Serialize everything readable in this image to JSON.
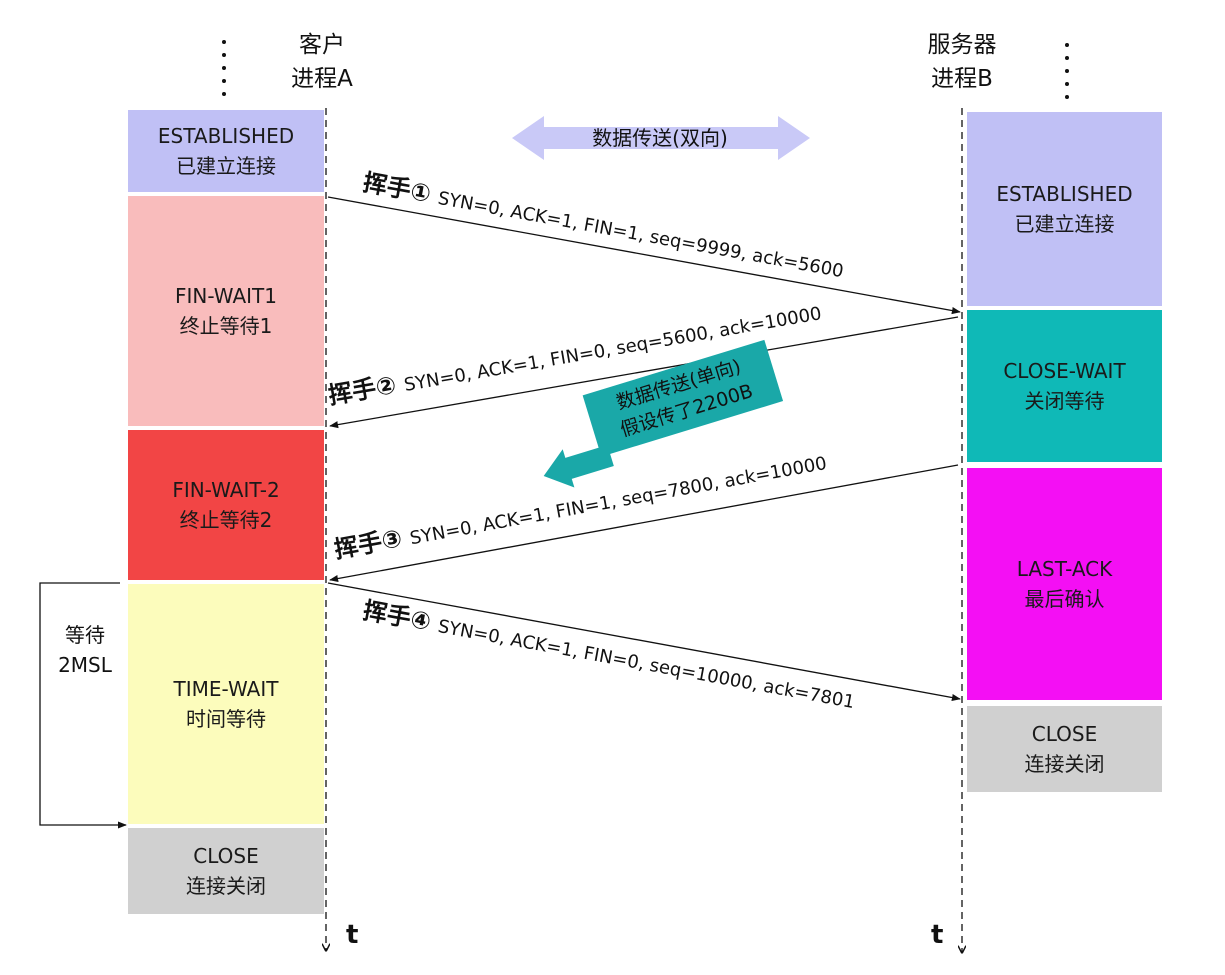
{
  "client": {
    "name": "客户",
    "process": "进程A",
    "time_axis": "t"
  },
  "server": {
    "name": "服务器",
    "process": "进程B",
    "time_axis": "t"
  },
  "client_states": [
    {
      "en": "ESTABLISHED",
      "zh": "已建立连接",
      "color": "#c0c0f5"
    },
    {
      "en": "FIN-WAIT1",
      "zh": "终止等待1",
      "color": "#f9bcbc"
    },
    {
      "en": "FIN-WAIT-2",
      "zh": "终止等待2",
      "color": "#f24545"
    },
    {
      "en": "TIME-WAIT",
      "zh": "时间等待",
      "color": "#fcfcbc"
    },
    {
      "en": "CLOSE",
      "zh": "连接关闭",
      "color": "#d0d0d0"
    }
  ],
  "server_states": [
    {
      "en": "ESTABLISHED",
      "zh": "已建立连接",
      "color": "#c0c0f5"
    },
    {
      "en": "CLOSE-WAIT",
      "zh": "关闭等待",
      "color": "#0fb9b7"
    },
    {
      "en": "LAST-ACK",
      "zh": "最后确认",
      "color": "#f40ff4"
    },
    {
      "en": "CLOSE",
      "zh": "连接关闭",
      "color": "#d0d0d0"
    }
  ],
  "messages": [
    {
      "label": "挥手①",
      "fields": "SYN=0, ACK=1, FIN=1, seq=9999, ack=5600"
    },
    {
      "label": "挥手②",
      "fields": "SYN=0, ACK=1, FIN=0, seq=5600, ack=10000"
    },
    {
      "label": "挥手③",
      "fields": "SYN=0, ACK=1, FIN=1, seq=7800, ack=10000"
    },
    {
      "label": "挥手④",
      "fields": "SYN=0, ACK=1, FIN=0, seq=10000, ack=7801"
    }
  ],
  "bidirectional_transfer": {
    "text": "数据传送(双向)",
    "color": "#c9c9f7"
  },
  "unidirectional_transfer": {
    "line1": "数据传送(单向)",
    "line2": "假设传了2200B",
    "color": "#1aa8a8"
  },
  "wait_2msl": {
    "line1": "等待",
    "line2": "2MSL"
  }
}
